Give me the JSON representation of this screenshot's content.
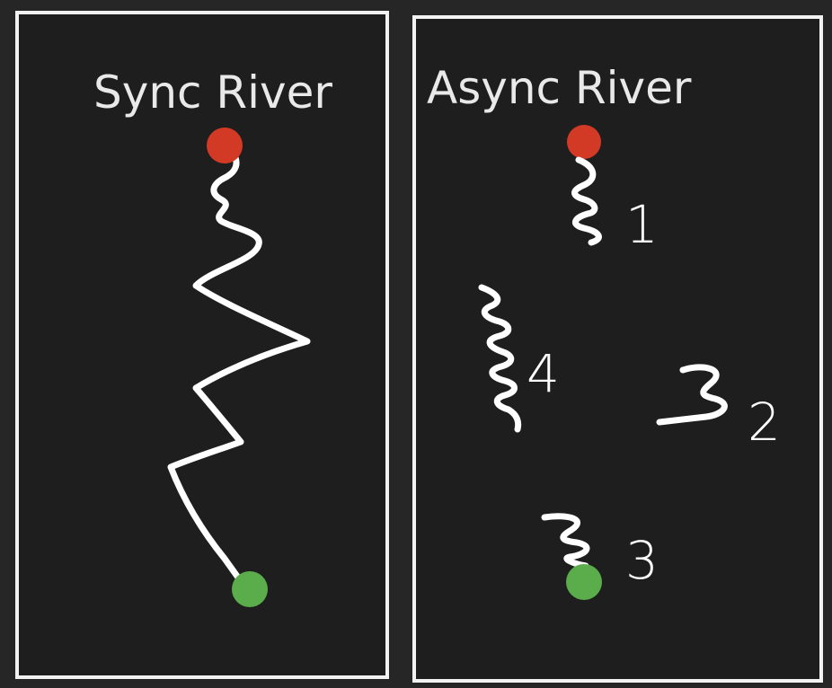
{
  "panels": {
    "sync": {
      "title": "Sync River"
    },
    "async": {
      "title": "Async River",
      "labels": [
        "1",
        "2",
        "3",
        "4"
      ]
    }
  },
  "colors": {
    "background": "#262626",
    "panel_fill": "#1e1e1e",
    "border": "#f2f2f2",
    "stroke": "#ffffff",
    "start_dot": "#d23a26",
    "end_dot": "#5aad4a"
  }
}
